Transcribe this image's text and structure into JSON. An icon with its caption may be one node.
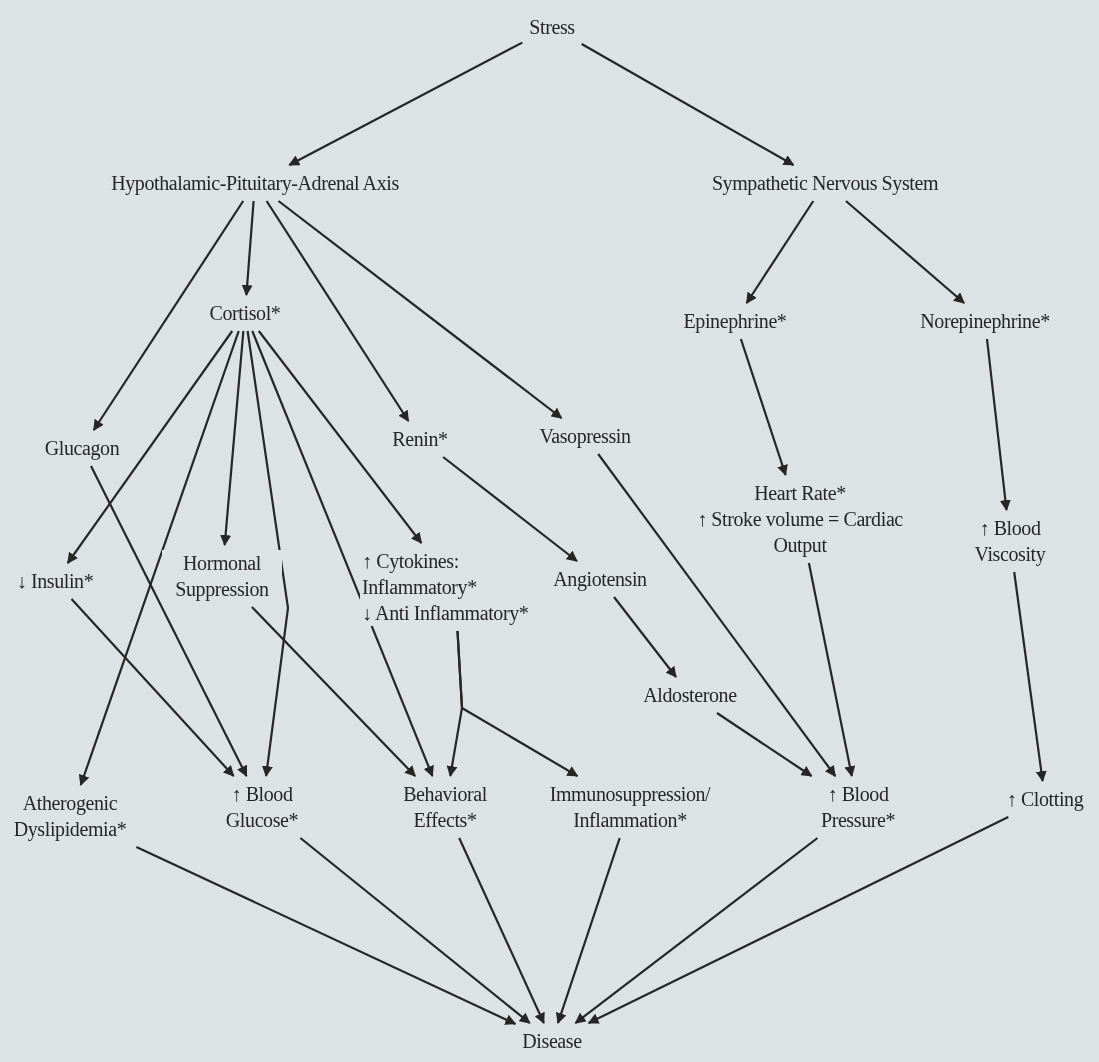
{
  "diagram": {
    "nodes": [
      {
        "text": [
          "Stress"
        ]
      },
      {
        "text": [
          "Hypothalamic-Pituitary-Adrenal Axis"
        ]
      },
      {
        "text": [
          "Sympathetic Nervous System"
        ]
      },
      {
        "text": [
          "Cortisol*"
        ]
      },
      {
        "text": [
          "Epinephrine*"
        ]
      },
      {
        "text": [
          "Norepinephrine*"
        ]
      },
      {
        "text": [
          "Glucagon"
        ]
      },
      {
        "text": [
          "Renin*"
        ]
      },
      {
        "text": [
          "Vasopressin"
        ]
      },
      {
        "text": [
          "Heart Rate*",
          "↑ Stroke volume = Cardiac Output"
        ]
      },
      {
        "text": [
          "↑ Blood Viscosity"
        ]
      },
      {
        "text": [
          "↓ Insulin*"
        ]
      },
      {
        "text": [
          "Hormonal Suppression"
        ]
      },
      {
        "text": [
          "↑ Cytokines: Inflammatory*",
          "↓ Anti Inflammatory*"
        ]
      },
      {
        "text": [
          "Angiotensin"
        ]
      },
      {
        "text": [
          "Aldosterone"
        ]
      },
      {
        "text": [
          "Atherogenic Dyslipidemia*"
        ]
      },
      {
        "text": [
          "↑ Blood Glucose*"
        ]
      },
      {
        "text": [
          "Behavioral Effects*"
        ]
      },
      {
        "text": [
          "Immunosuppression/ Inflammation*"
        ]
      },
      {
        "text": [
          "↑ Blood Pressure*"
        ]
      },
      {
        "text": [
          "↑ Clotting"
        ]
      },
      {
        "text": [
          "Disease"
        ]
      }
    ],
    "edges": [
      {
        "from": 0,
        "to": 1,
        "arrow": "to"
      },
      {
        "from": 0,
        "to": 2,
        "arrow": "to"
      },
      {
        "from": 1,
        "to": 3,
        "arrow": "to"
      },
      {
        "from": 1,
        "to": 6,
        "arrow": "to"
      },
      {
        "from": 1,
        "to": 7,
        "arrow": "to"
      },
      {
        "from": 1,
        "to": 8,
        "arrow": "to"
      },
      {
        "from": 2,
        "to": 4,
        "arrow": "to"
      },
      {
        "from": 2,
        "to": 5,
        "arrow": "to"
      },
      {
        "from": 3,
        "to": 11,
        "arrow": "to"
      },
      {
        "from": 3,
        "to": 16,
        "arrow": "to"
      },
      {
        "from": 3,
        "to": 12,
        "arrow": "to"
      },
      {
        "from": 3,
        "to": 17,
        "arrow": "to"
      },
      {
        "from": 3,
        "to": 18,
        "arrow": "to"
      },
      {
        "from": 3,
        "to": 13,
        "arrow": "to"
      },
      {
        "from": 6,
        "to": 17,
        "arrow": "to"
      },
      {
        "from": 11,
        "to": 17,
        "arrow": "to"
      },
      {
        "from": 12,
        "to": 18,
        "arrow": "to"
      },
      {
        "from": 13,
        "to": 18,
        "arrow": "to"
      },
      {
        "from": 13,
        "to": 19,
        "arrow": "to"
      },
      {
        "from": 7,
        "to": 14,
        "arrow": "to"
      },
      {
        "from": 14,
        "to": 15,
        "arrow": "to"
      },
      {
        "from": 15,
        "to": 20,
        "arrow": "to"
      },
      {
        "from": 8,
        "to": 20,
        "arrow": "to"
      },
      {
        "from": 9,
        "to": 20,
        "arrow": "to"
      },
      {
        "from": 4,
        "to": 9,
        "arrow": "to"
      },
      {
        "from": 5,
        "to": 10,
        "arrow": "to"
      },
      {
        "from": 10,
        "to": 21,
        "arrow": "to"
      },
      {
        "from": 16,
        "to": 22,
        "arrow": "to"
      },
      {
        "from": 17,
        "to": 22,
        "arrow": "to"
      },
      {
        "from": 18,
        "to": 22,
        "arrow": "to"
      },
      {
        "from": 19,
        "to": 22,
        "arrow": "to"
      },
      {
        "from": 20,
        "to": 22,
        "arrow": "to"
      },
      {
        "from": 21,
        "to": 22,
        "arrow": "to"
      }
    ]
  }
}
